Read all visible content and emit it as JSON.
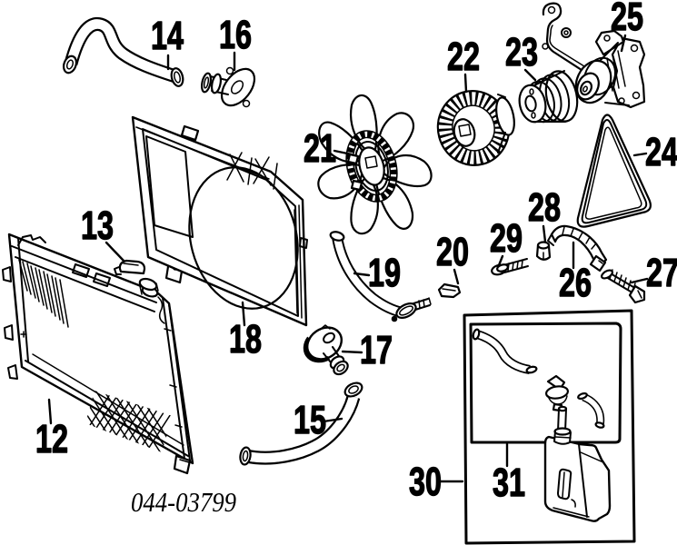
{
  "figure": {
    "code": "044-03799",
    "background": "#ffffff",
    "line_color": "#000000"
  },
  "callouts": [
    "12",
    "13",
    "14",
    "15",
    "16",
    "17",
    "18",
    "19",
    "20",
    "21",
    "22",
    "23",
    "24",
    "25",
    "26",
    "27",
    "28",
    "29",
    "30",
    "31"
  ]
}
